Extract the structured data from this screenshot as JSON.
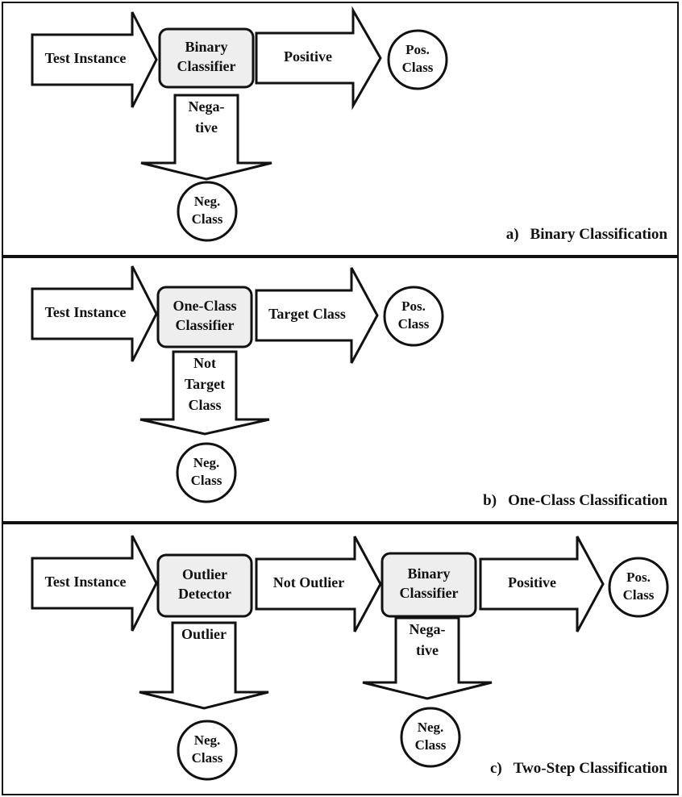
{
  "panels": [
    {
      "id": "a",
      "caption_letter": "a)",
      "caption": "Binary Classification",
      "arrows": [
        {
          "name": "test-instance-arrow",
          "lines": [
            "Test Instance"
          ]
        },
        {
          "name": "positive-arrow",
          "lines": [
            "Positive"
          ]
        },
        {
          "name": "negative-arrow",
          "lines": [
            "Nega-",
            "tive"
          ]
        }
      ],
      "boxes": [
        {
          "name": "binary-classifier-box",
          "lines": [
            "Binary",
            "Classifier"
          ]
        }
      ],
      "circles": [
        {
          "name": "pos-class-circle",
          "lines": [
            "Pos.",
            "Class"
          ]
        },
        {
          "name": "neg-class-circle",
          "lines": [
            "Neg.",
            "Class"
          ]
        }
      ]
    },
    {
      "id": "b",
      "caption_letter": "b)",
      "caption": "One-Class Classification",
      "arrows": [
        {
          "name": "test-instance-arrow",
          "lines": [
            "Test Instance"
          ]
        },
        {
          "name": "target-class-arrow",
          "lines": [
            "Target Class"
          ]
        },
        {
          "name": "not-target-class-arrow",
          "lines": [
            "Not",
            "Target",
            "Class"
          ]
        }
      ],
      "boxes": [
        {
          "name": "one-class-classifier-box",
          "lines": [
            "One-Class",
            "Classifier"
          ]
        }
      ],
      "circles": [
        {
          "name": "pos-class-circle",
          "lines": [
            "Pos.",
            "Class"
          ]
        },
        {
          "name": "neg-class-circle",
          "lines": [
            "Neg.",
            "Class"
          ]
        }
      ]
    },
    {
      "id": "c",
      "caption_letter": "c)",
      "caption": "Two-Step Classification",
      "arrows": [
        {
          "name": "test-instance-arrow",
          "lines": [
            "Test Instance"
          ]
        },
        {
          "name": "not-outlier-arrow",
          "lines": [
            "Not Outlier"
          ]
        },
        {
          "name": "positive-arrow",
          "lines": [
            "Positive"
          ]
        },
        {
          "name": "outlier-arrow",
          "lines": [
            "Outlier"
          ]
        },
        {
          "name": "negative-arrow",
          "lines": [
            "Nega-",
            "tive"
          ]
        }
      ],
      "boxes": [
        {
          "name": "outlier-detector-box",
          "lines": [
            "Outlier",
            "Detector"
          ]
        },
        {
          "name": "binary-classifier-box",
          "lines": [
            "Binary",
            "Classifier"
          ]
        }
      ],
      "circles": [
        {
          "name": "pos-class-circle",
          "lines": [
            "Pos.",
            "Class"
          ]
        },
        {
          "name": "neg-class-circle-outlier",
          "lines": [
            "Neg.",
            "Class"
          ]
        },
        {
          "name": "neg-class-circle-negative",
          "lines": [
            "Neg.",
            "Class"
          ]
        }
      ]
    }
  ]
}
